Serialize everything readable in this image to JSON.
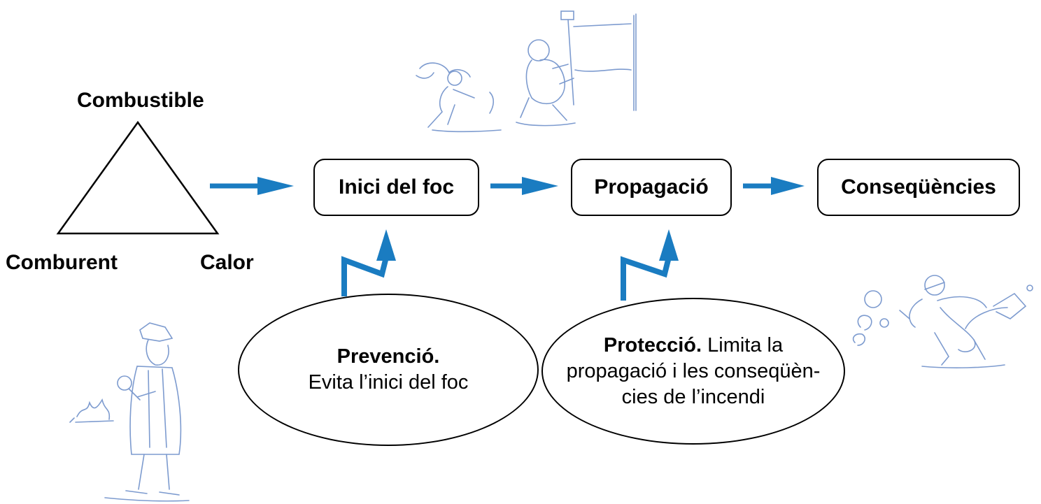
{
  "triangle": {
    "top_label": "Combustible",
    "left_label": "Comburent",
    "right_label": "Calor"
  },
  "steps": [
    {
      "label": "Inici del foc"
    },
    {
      "label": "Propagació"
    },
    {
      "label": "Conseqüències"
    }
  ],
  "prevention": {
    "title": "Prevenció.",
    "text": "Evita l’inici del foc"
  },
  "protection": {
    "title": "Protecció.",
    "line1_rest": " Limita la",
    "line2": "propagació i les conseqüèn-",
    "line3": "cies de l’incendi"
  },
  "colors": {
    "arrow": "#1a7cc1",
    "sketch": "#7d9bcf"
  },
  "illustrations": [
    "firefighters-sketch-icon",
    "firefighter-running-sketch-icon",
    "inspector-sketch-icon"
  ]
}
